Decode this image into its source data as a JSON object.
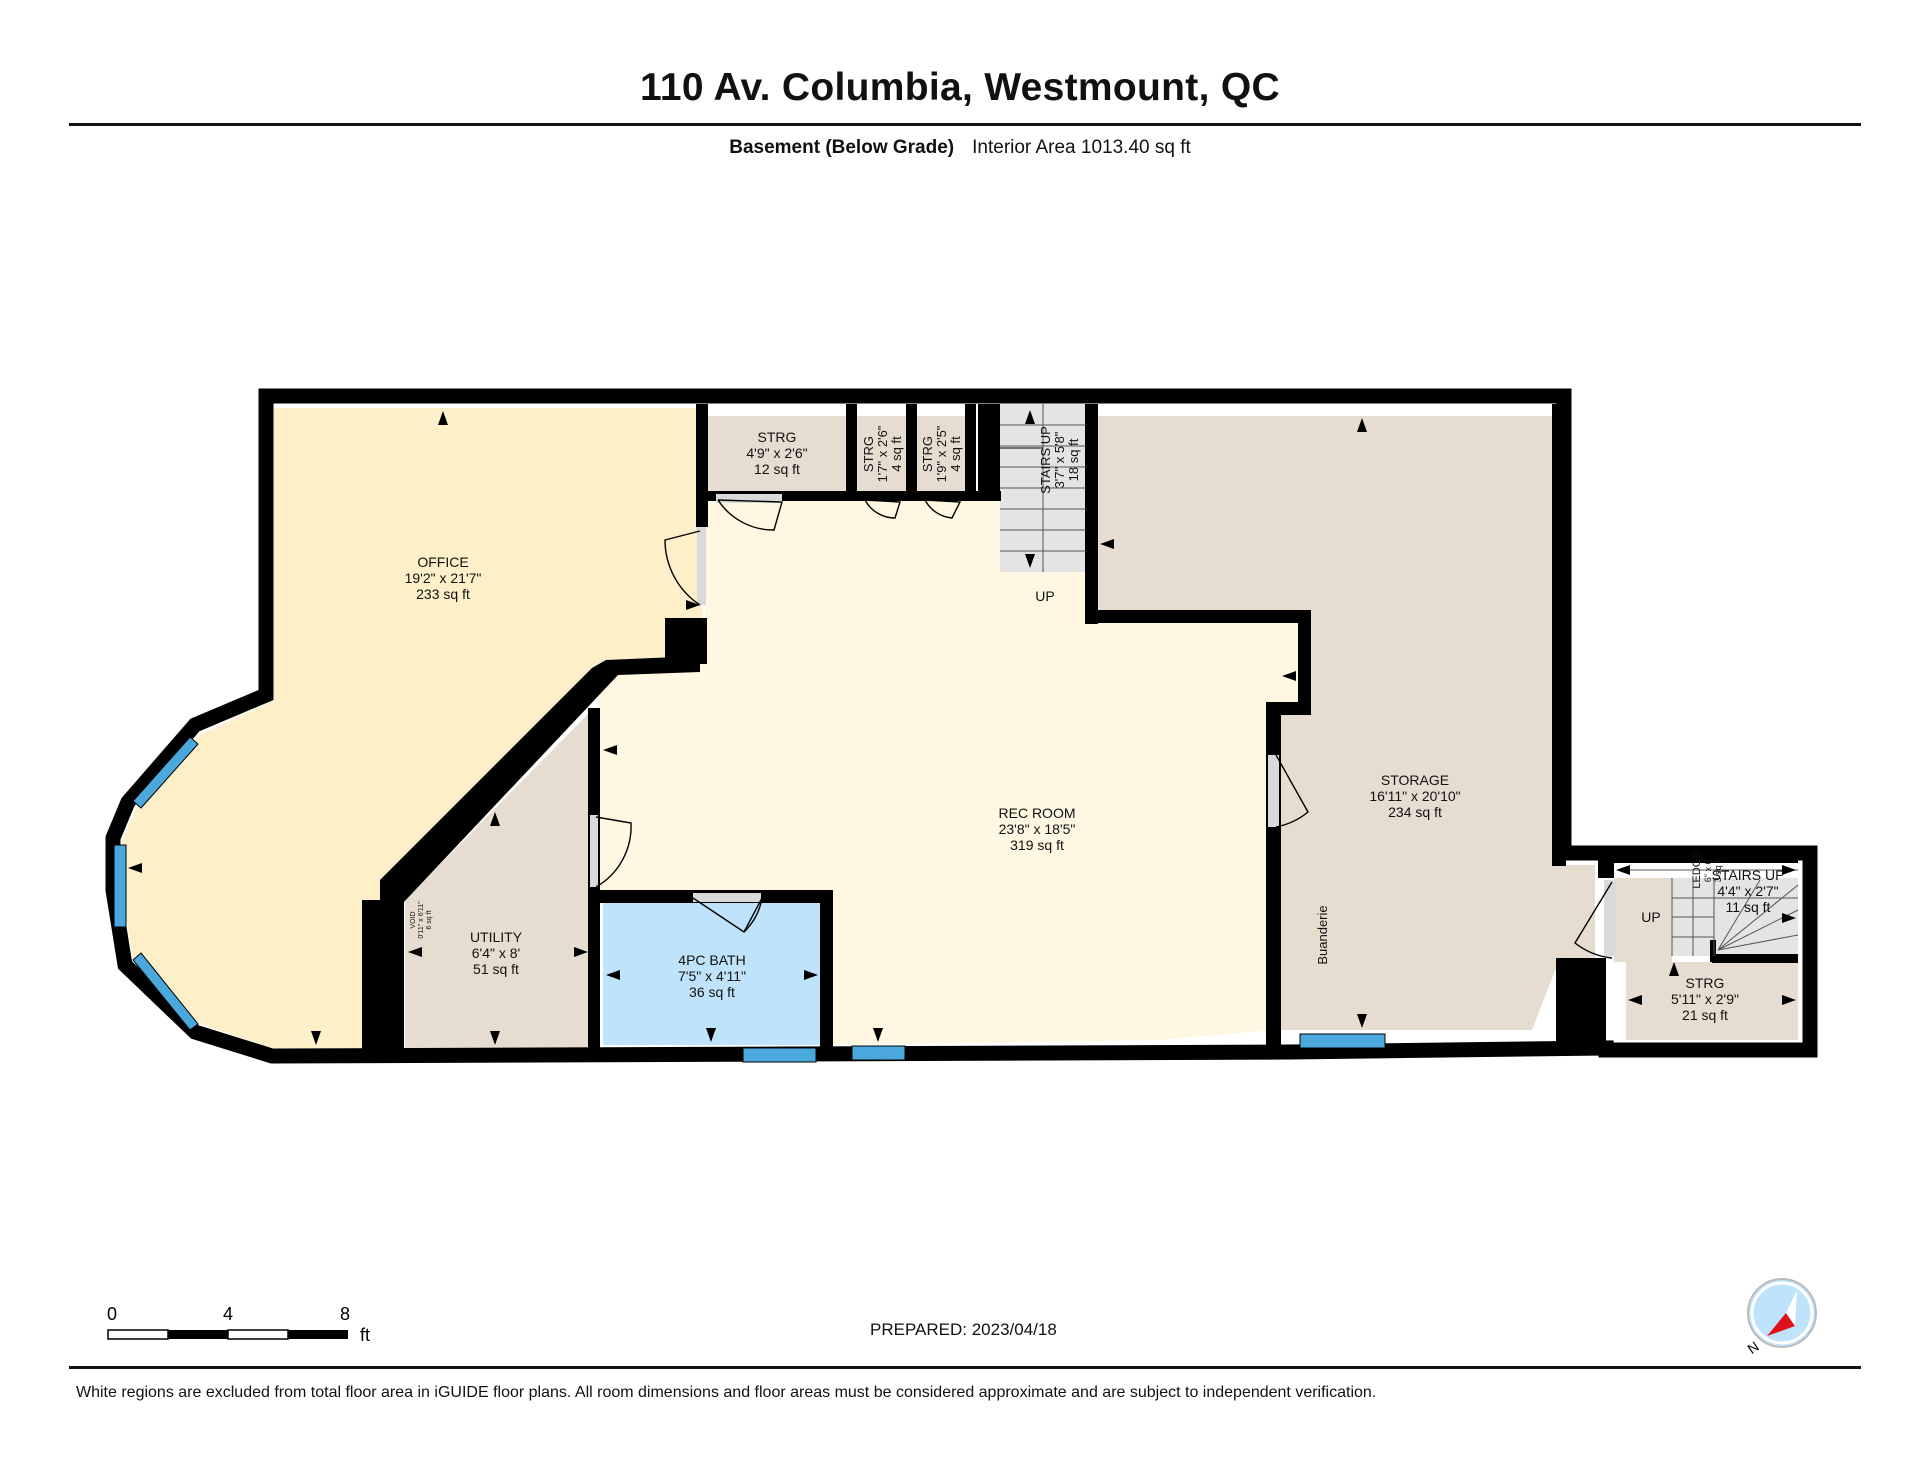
{
  "header": {
    "title": "110 Av. Columbia, Westmount, QC",
    "floor_label": "Basement (Below Grade)",
    "area_label": "Interior Area 1013.40 sq ft"
  },
  "rooms": {
    "office": {
      "name": "OFFICE",
      "dims": "19'2\" x 21'7\"",
      "area": "233 sq ft",
      "color": "#fdf0c8"
    },
    "strg1": {
      "name": "STRG",
      "dims": "4'9\" x 2'6\"",
      "area": "12 sq ft",
      "color": "#e6ddd0"
    },
    "strg2": {
      "name": "STRG",
      "dims": "1'7\" x 2'6\"",
      "area": "4 sq ft",
      "color": "#e6ddd0"
    },
    "strg3": {
      "name": "STRG",
      "dims": "1'9\" x 2'5\"",
      "area": "4 sq ft",
      "color": "#e6ddd0"
    },
    "stairs1": {
      "name": "STAIRS UP",
      "dims": "3'7\" x 5'8\"",
      "area": "18 sq ft",
      "color": "#e4e4e4"
    },
    "up1": "UP",
    "rec_room": {
      "name": "REC ROOM",
      "dims": "23'8\" x 18'5\"",
      "area": "319 sq ft",
      "color": "#fef7e2"
    },
    "storage": {
      "name": "STORAGE",
      "dims": "16'11\" x 20'10\"",
      "area": "234 sq ft",
      "color": "#e6ddd0"
    },
    "buanderie": "Buanderie",
    "utility": {
      "name": "UTILITY",
      "dims": "6'4\" x 8'",
      "area": "51 sq ft",
      "color": "#e6ddd0"
    },
    "void": {
      "name": "VOID",
      "dims": "0'11\" x 6'11\"",
      "area": "6 sq ft"
    },
    "bath": {
      "name": "4PC BATH",
      "dims": "7'5\" x 4'11\"",
      "area": "36 sq ft",
      "color": "#bfe3fb"
    },
    "ledge": {
      "name": "LEDGE",
      "dims": "6\" x 6'",
      "area": "3 sq ft"
    },
    "stairs2": {
      "name": "STAIRS UP",
      "dims": "4'4\" x 2'7\"",
      "area": "11 sq ft",
      "color": "#e4e4e4"
    },
    "up2": "UP",
    "strg4": {
      "name": "STRG",
      "dims": "5'11\" x 2'9\"",
      "area": "21 sq ft",
      "color": "#e6ddd0"
    }
  },
  "colors": {
    "wall": "#000000",
    "window": "#4aa8dc",
    "door": "#d9d9d9"
  },
  "scale_bar": {
    "labels": [
      "0",
      "4",
      "8"
    ],
    "unit": "ft"
  },
  "compass": {
    "north_label": "N"
  },
  "footer": {
    "prepared": "PREPARED: 2023/04/18",
    "disclaimer": "White regions are excluded from total floor area in iGUIDE floor plans. All room dimensions and floor areas must be considered approximate and are subject to independent verification."
  }
}
